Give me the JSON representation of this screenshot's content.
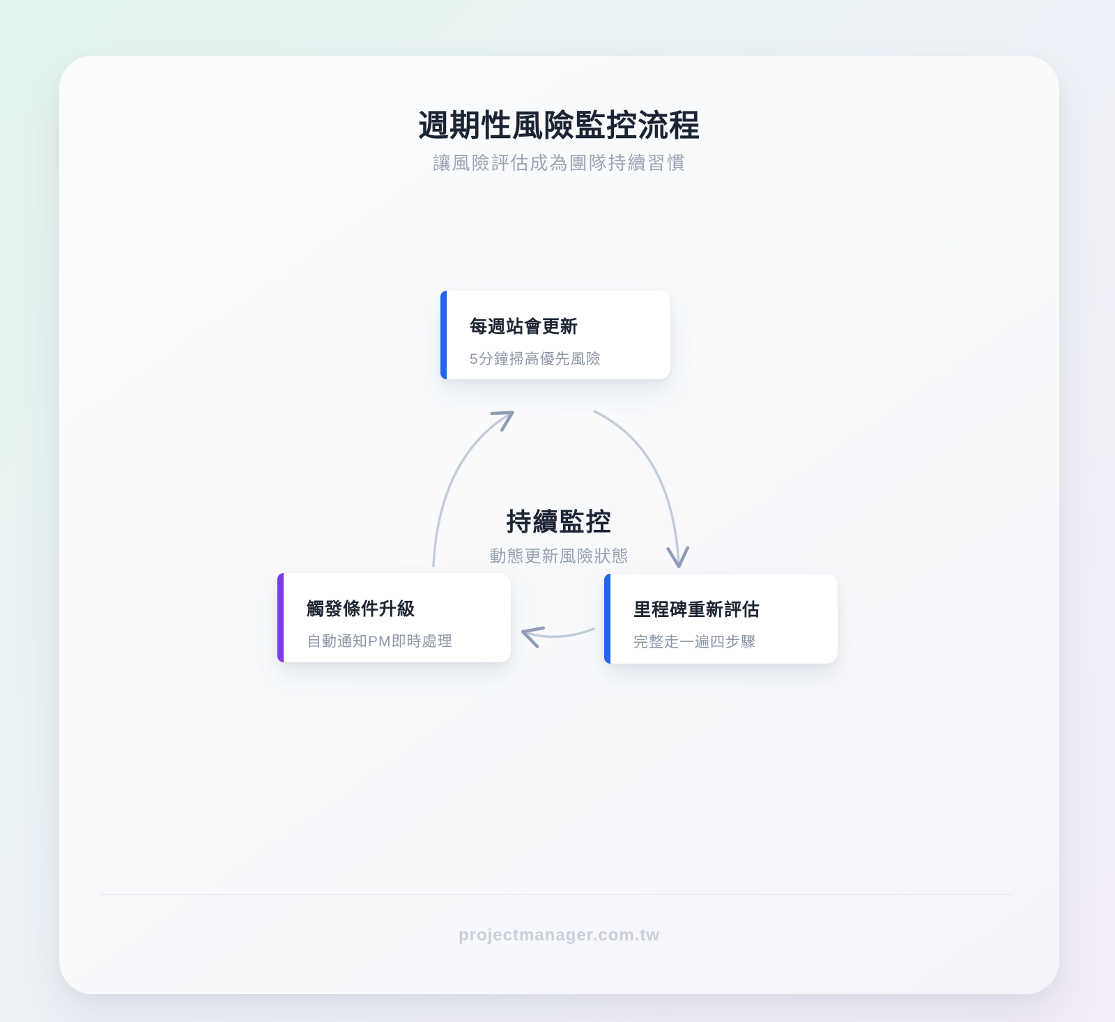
{
  "page": {
    "title": "週期性風險監控流程",
    "subtitle": "讓風險評估成為團隊持續習慣",
    "footer": "projectmanager.com.tw"
  },
  "cycle": {
    "center_title": "持續監控",
    "center_subtitle": "動態更新風險狀態",
    "nodes": [
      {
        "title": "每週站會更新",
        "desc": "5分鐘掃高優先風險",
        "accent": "#2563eb"
      },
      {
        "title": "里程碑重新評估",
        "desc": "完整走一遍四步驟",
        "accent": "#2563eb"
      },
      {
        "title": "觸發條件升級",
        "desc": "自動通知PM即時處理",
        "accent": "#7c3aed"
      }
    ]
  },
  "colors": {
    "arrow": "#c3ccdb",
    "arrowhead": "#8f9db4",
    "accent_blue": "#2563eb",
    "accent_purple": "#7c3aed",
    "title_dark": "#1b2433",
    "text_gray": "#8b95a6",
    "divider": "#e3e4ea",
    "footer_text": "#c8cfda"
  }
}
